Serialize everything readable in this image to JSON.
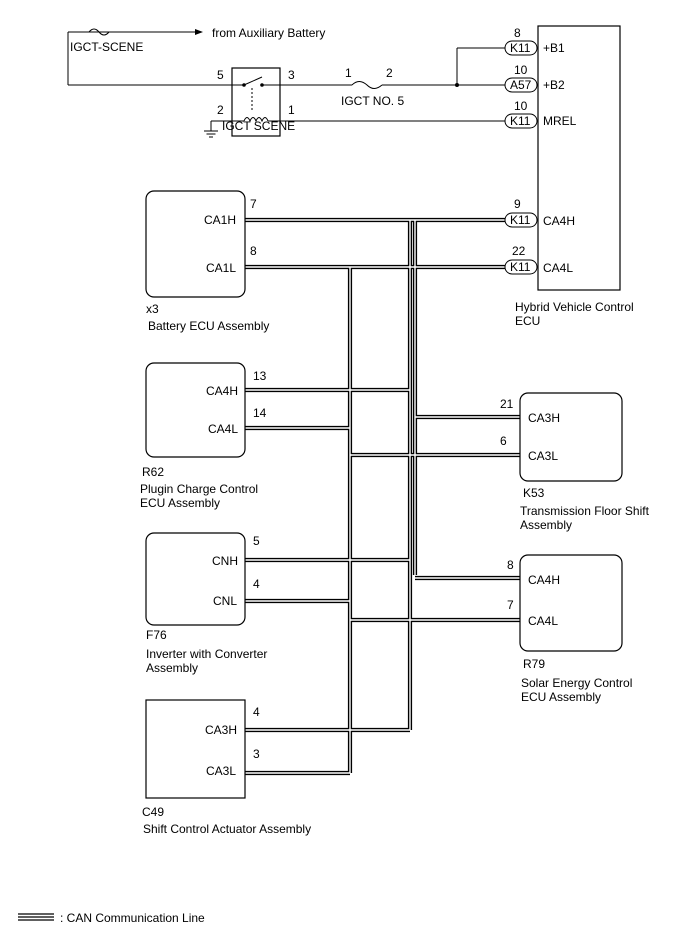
{
  "power": {
    "fuse_top_label": "IGCT-SCENE",
    "from_aux_label": "from Auxiliary Battery",
    "relay_label": "IGCT SCENE",
    "relay_pins": {
      "p5": "5",
      "p3": "3",
      "p2": "2",
      "p1": "1"
    },
    "fuse_label": "IGCT NO. 5",
    "fuse_pins": {
      "p1": "1",
      "p2": "2"
    }
  },
  "hv_ecu": {
    "title_line1": "Hybrid Vehicle Control",
    "title_line2": "ECU",
    "pins": [
      {
        "num": "8",
        "connector": "K11",
        "name": "+B1"
      },
      {
        "num": "10",
        "connector": "A57",
        "name": "+B2"
      },
      {
        "num": "10",
        "connector": "K11",
        "name": "MREL"
      },
      {
        "num": "9",
        "connector": "K11",
        "name": "CA4H"
      },
      {
        "num": "22",
        "connector": "K11",
        "name": "CA4L"
      }
    ]
  },
  "battery_ecu": {
    "code": "x3",
    "name": "Battery ECU Assembly",
    "pin_hi": {
      "num": "7",
      "name": "CA1H"
    },
    "pin_lo": {
      "num": "8",
      "name": "CA1L"
    }
  },
  "plugin_ecu": {
    "code": "R62",
    "name_line1": "Plugin Charge Control",
    "name_line2": "ECU Assembly",
    "pin_hi": {
      "num": "13",
      "name": "CA4H"
    },
    "pin_lo": {
      "num": "14",
      "name": "CA4L"
    }
  },
  "inverter": {
    "code": "F76",
    "name_line1": "Inverter with Converter",
    "name_line2": "Assembly",
    "pin_hi": {
      "num": "5",
      "name": "CNH"
    },
    "pin_lo": {
      "num": "4",
      "name": "CNL"
    }
  },
  "shift_actuator": {
    "code": "C49",
    "name": "Shift Control Actuator Assembly",
    "pin_hi": {
      "num": "4",
      "name": "CA3H"
    },
    "pin_lo": {
      "num": "3",
      "name": "CA3L"
    }
  },
  "transmission": {
    "code": "K53",
    "name_line1": "Transmission Floor Shift",
    "name_line2": "Assembly",
    "pin_hi": {
      "num": "21",
      "name": "CA3H"
    },
    "pin_lo": {
      "num": "6",
      "name": "CA3L"
    }
  },
  "solar": {
    "code": "R79",
    "name_line1": "Solar Energy Control",
    "name_line2": "ECU Assembly",
    "pin_hi": {
      "num": "8",
      "name": "CA4H"
    },
    "pin_lo": {
      "num": "7",
      "name": "CA4L"
    }
  },
  "legend": {
    "can_label": ": CAN Communication Line"
  }
}
